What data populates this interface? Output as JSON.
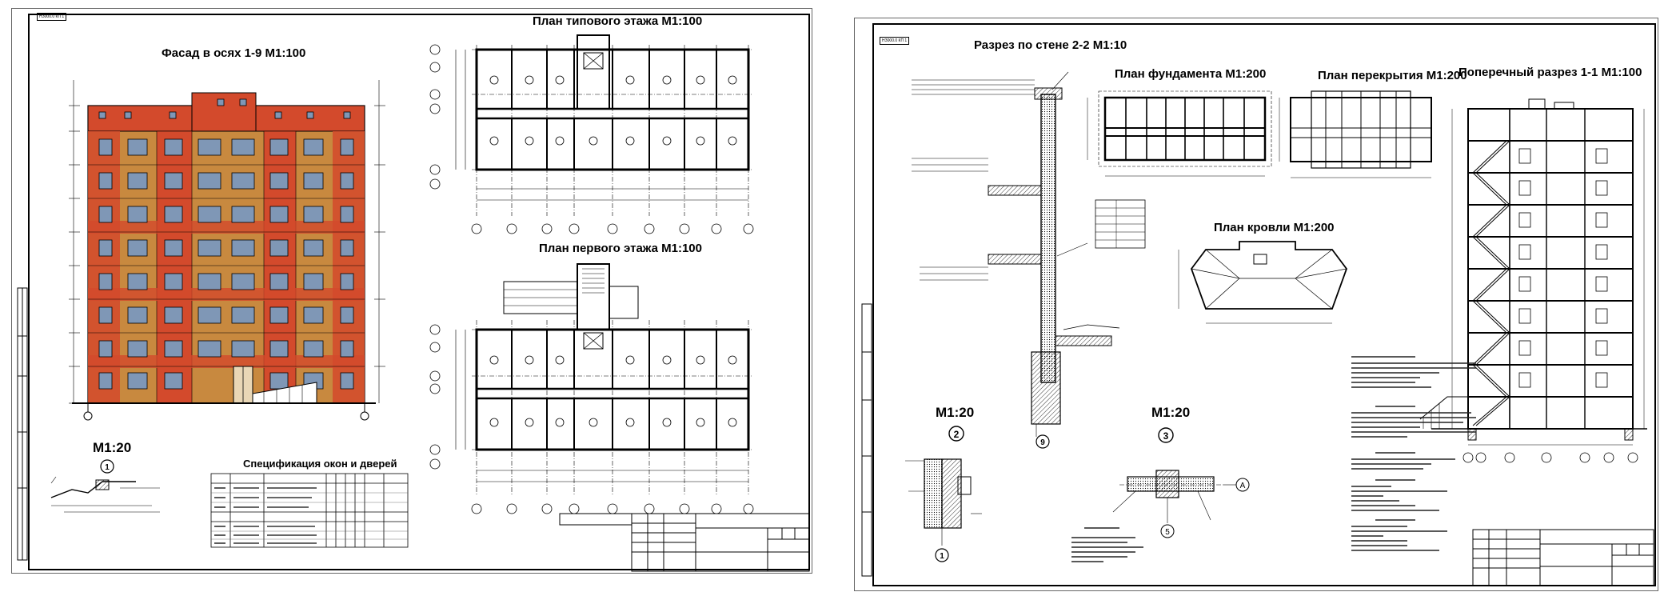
{
  "sheet1": {
    "stamp": "НЗ000.0 КП 1",
    "facade_title": "Фасад в осях 1-9 М1:100",
    "typical_floor_title": "План типового этажа М1:100",
    "first_floor_title": "План первого этажа М1:100",
    "detail_scale": "М1:20",
    "spec_title": "Спецификация окон и дверей"
  },
  "sheet2": {
    "stamp": "НЗ000.0 КП 1",
    "wall_section_title": "Разрез по стене 2-2 М1:10",
    "foundation_title": "План фундамента М1:200",
    "slab_title": "План перекрытия М1:200",
    "roof_title": "План кровли М1:200",
    "cross_section_title": "Поперечный разрез 1-1 М1:100",
    "detail_scale_a": "М1:20",
    "detail_scale_b": "М1:20"
  },
  "colors": {
    "roof_band": "#d34a2c",
    "facade_ochre": "#c8893f",
    "facade_red": "#d34a2c",
    "window_blue": "#7f97b6",
    "line": "#000000"
  }
}
